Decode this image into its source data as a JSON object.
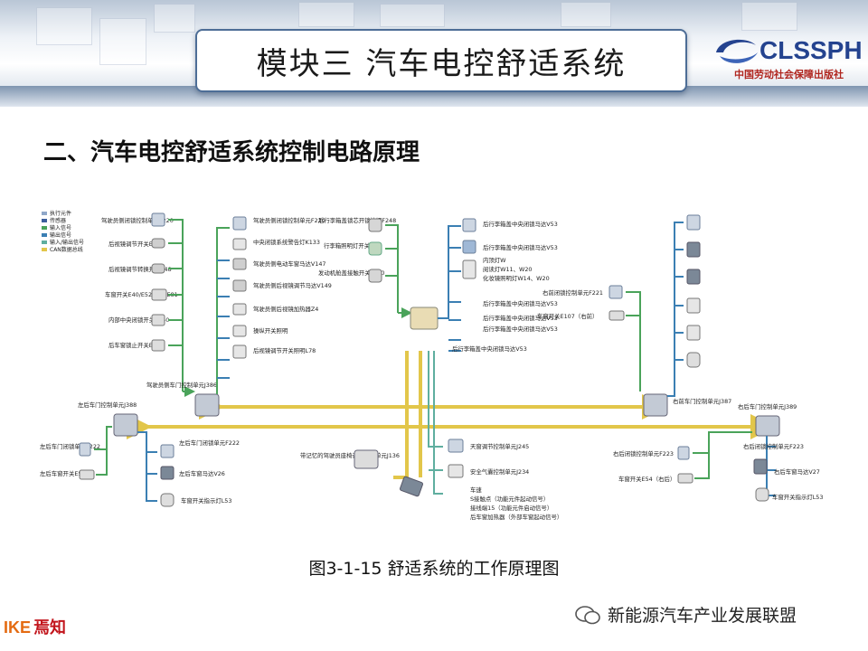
{
  "header": {
    "title": "模块三  汽车电控舒适系统",
    "logo_text": "CLSSPH",
    "logo_subtitle": "中国劳动社会保障出版社"
  },
  "section_title": "二、汽车电控舒适系统控制电路原理",
  "legend": [
    {
      "label": "执行元件",
      "color": "#8fa7c9"
    },
    {
      "label": "传感器",
      "color": "#3c5f9c"
    },
    {
      "label": "输入信号",
      "color": "#4aa35a"
    },
    {
      "label": "输出信号",
      "color": "#3b7fb3"
    },
    {
      "label": "输入/输出信号",
      "color": "#5fae9f"
    },
    {
      "label": "CAN数据总线",
      "color": "#e2c64a"
    }
  ],
  "components": {
    "f220": "驾驶员侧闭锁控制单元F220",
    "e43": "后视镜调节开关E43",
    "e48": "后视镜调节转换开关E48",
    "e40": "车窗开关E40/E52/E55/E81",
    "e150": "内部中央闭锁开关E150",
    "e39": "后车窗锁止开关E39",
    "f220b": "驾驶员侧闭锁控制单元F220",
    "k133": "中央闭锁系统警告灯K133",
    "v147": "驾驶员侧电动车窗马达V147",
    "v149": "驾驶员侧后视镜调节马达V149",
    "z4": "驾驶员侧后视镜加热器Z4",
    "light": "操纵开关照明",
    "l78": "后视镜调节开关照明L78",
    "f248": "后行李箱盖锁芯开锁按钮F248",
    "f5": "行李箱照明灯开关F5",
    "f120": "发动机舱盖接触开关F120",
    "v53a": "后行李箱盖中央闭锁马达V53",
    "v53b": "后行李箱盖中央闭锁马达V53",
    "w": "内顶灯W",
    "w11": "阅读灯W11、W20",
    "w14": "化妆镜照明灯W14、W20",
    "v53c": "后行李箱盖中央闭锁马达V53",
    "v53d": "后行李箱盖中央闭锁马达V53",
    "v53e": "后行李箱盖中央闭锁马达V53",
    "f221": "右前闭锁控制单元F221",
    "e107": "车窗开关E107（右前）",
    "j386": "驾驶员侧车门控制单元J386",
    "j388": "左后车门控制单元J388",
    "f222": "左后车门闭锁单元F222",
    "e52": "左后车窗开关E52",
    "f222b": "左后车门闭锁单元F222",
    "v26": "左后车窗马达V26",
    "l53": "车窗开关指示灯L53",
    "j136": "带记忆的驾驶员座椅调整控制单元J136",
    "j245": "天窗调节控制单元J245",
    "j234": "安全气囊控制单元J234",
    "speed": "车速",
    "s": "S接触点（功能元件起动信号）",
    "t15": "接线端15（功能元件启动信号）",
    "heater": "后车窗加热器（外部车窗起动信号）",
    "j387": "右前车门控制单元J387",
    "j389": "右后车门控制单元J389",
    "f223": "右后闭锁控制单元F223",
    "f223b": "右后闭锁控制单元F223",
    "e54": "车窗开关E54（右后）",
    "v27": "右后车窗马达V27",
    "l53b": "车窗开关指示灯L53"
  },
  "caption": "图3-1-15  舒适系统的工作原理图",
  "watermark": "新能源汽车产业发展联盟",
  "ike_logo": {
    "latin": "IKE",
    "cjk": "焉知"
  }
}
